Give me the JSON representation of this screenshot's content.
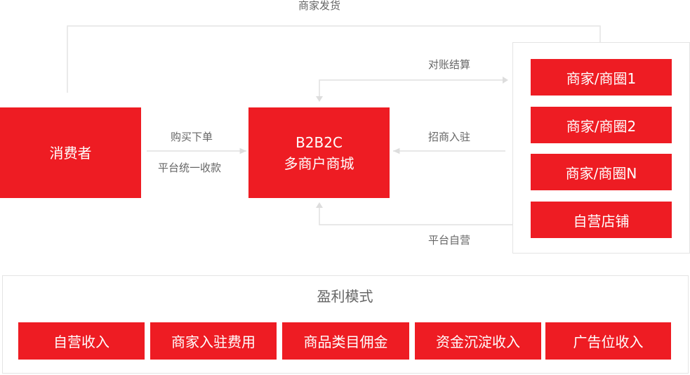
{
  "nodes": {
    "consumer": "消费者",
    "mall_line1": "B2B2C",
    "mall_line2": "多商户商城"
  },
  "edges": {
    "merchant_ship": "商家发货",
    "reconcile": "对账结算",
    "buy_order": "购买下单",
    "unified_collection": "平台统一收款",
    "merchant_onboard": "招商入驻",
    "platform_self": "平台自营"
  },
  "merchants": [
    "商家/商圈1",
    "商家/商圈2",
    "商家/商圈N",
    "自营店铺"
  ],
  "profit": {
    "title": "盈利模式",
    "items": [
      "自营收入",
      "商家入驻费用",
      "商品类目佣金",
      "资金沉淀收入",
      "广告位收入"
    ]
  },
  "colors": {
    "accent_red": "#ee1c23",
    "label_gray": "#666666",
    "line_gray": "#e4e4e4"
  }
}
